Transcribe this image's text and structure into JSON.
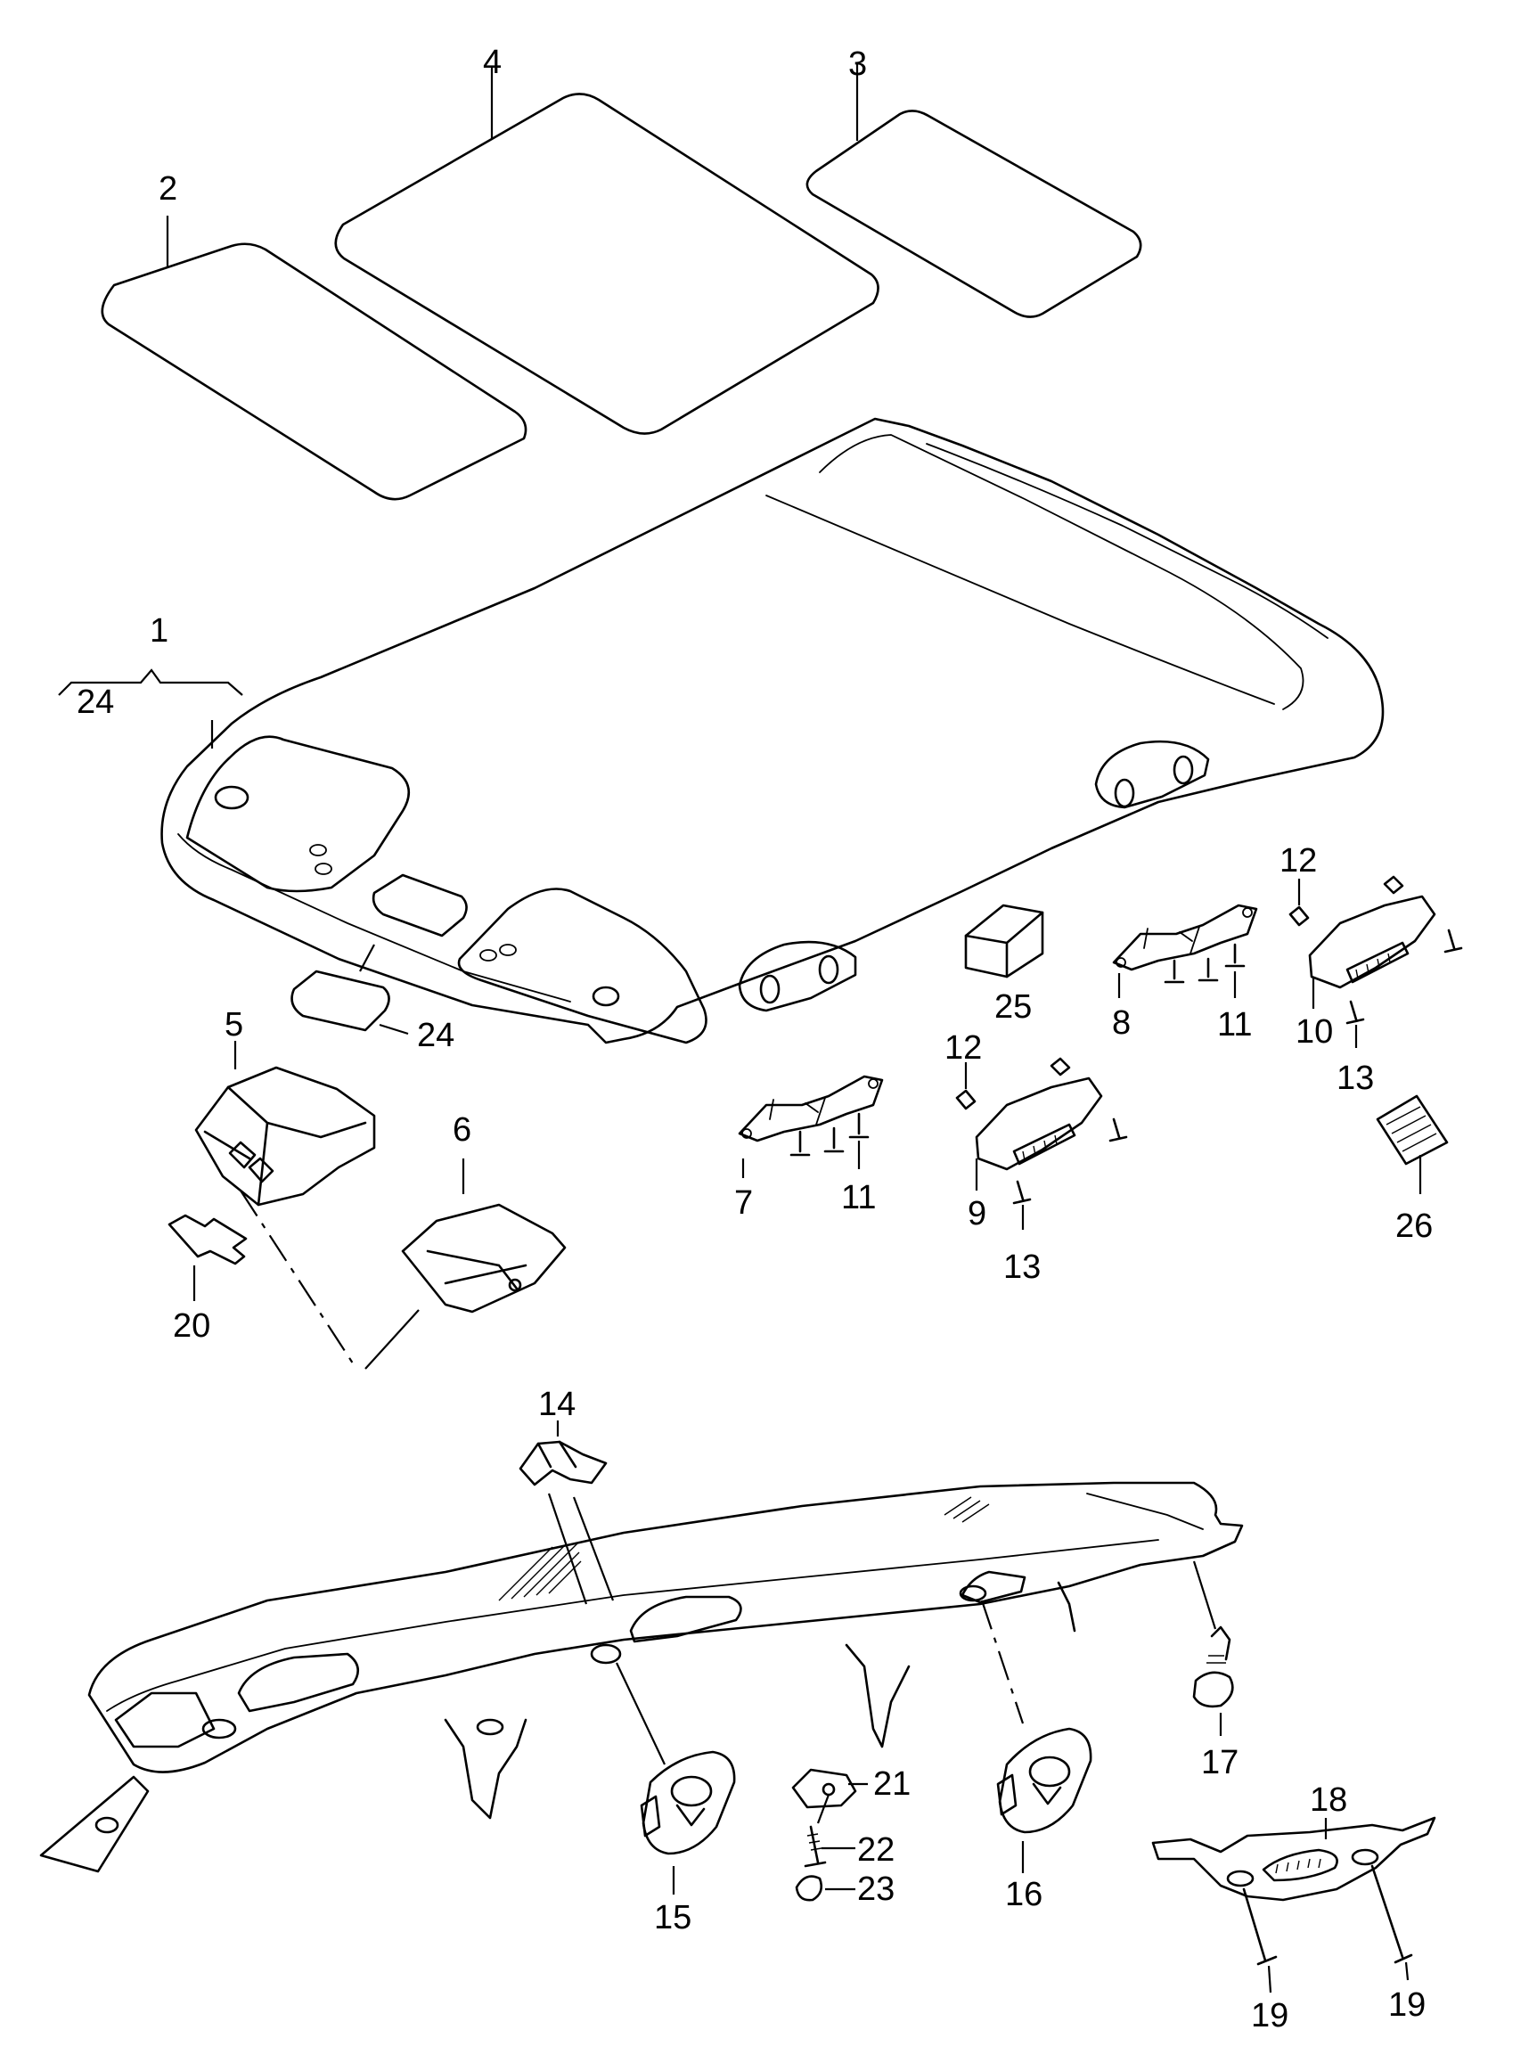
{
  "callouts": {
    "c1": "1",
    "c24a": "24",
    "c2": "2",
    "c3": "3",
    "c4": "4",
    "c5": "5",
    "c6": "6",
    "c7": "7",
    "c8": "8",
    "c9": "9",
    "c10": "10",
    "c11a": "11",
    "c11b": "11",
    "c12a": "12",
    "c12b": "12",
    "c13a": "13",
    "c13b": "13",
    "c14": "14",
    "c15": "15",
    "c16": "16",
    "c17": "17",
    "c18": "18",
    "c19a": "19",
    "c19b": "19",
    "c20": "20",
    "c21": "21",
    "c22": "22",
    "c23": "23",
    "c24b": "24",
    "c25": "25",
    "c26": "26"
  }
}
